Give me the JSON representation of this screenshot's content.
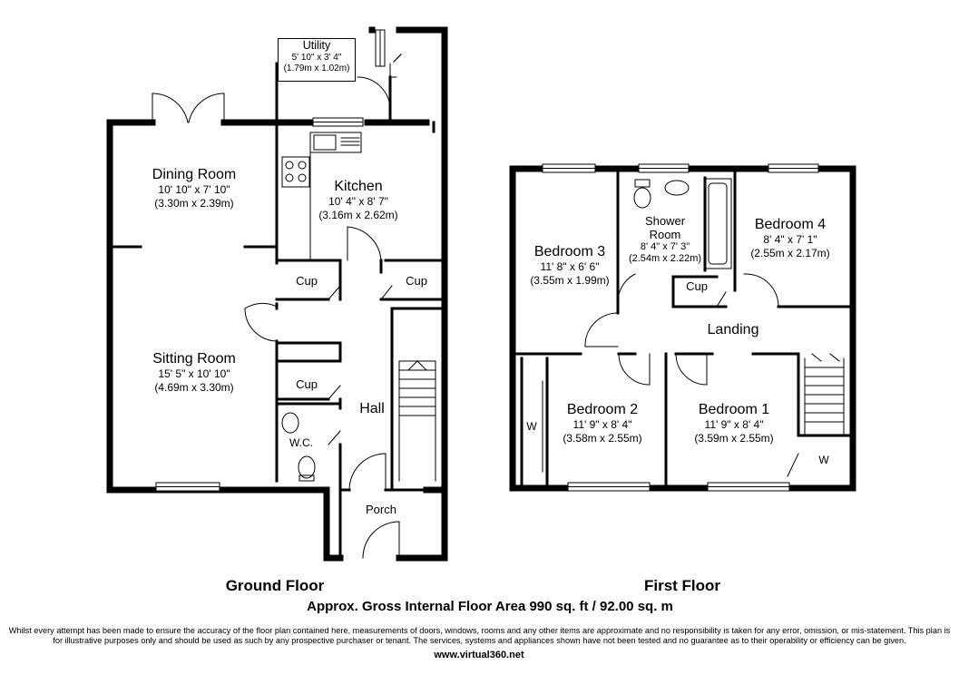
{
  "rooms": {
    "utility": {
      "name": "Utility",
      "imperial": "5' 10\" x 3' 4\"",
      "metric": "(1.79m x 1.02m)"
    },
    "dining": {
      "name": "Dining Room",
      "imperial": "10' 10\" x 7' 10\"",
      "metric": "(3.30m x 2.39m)"
    },
    "kitchen": {
      "name": "Kitchen",
      "imperial": "10' 4\" x 8' 7\"",
      "metric": "(3.16m x 2.62m)"
    },
    "sitting": {
      "name": "Sitting Room",
      "imperial": "15' 5\" x 10' 10\"",
      "metric": "(4.69m x 3.30m)"
    },
    "bedroom3": {
      "name": "Bedroom 3",
      "imperial": "11' 8\" x 6' 6\"",
      "metric": "(3.55m x 1.99m)"
    },
    "shower": {
      "name1": "Shower",
      "name2": "Room",
      "imperial": "8' 4\" x 7' 3\"",
      "metric": "(2.54m x 2.22m)"
    },
    "bedroom4": {
      "name": "Bedroom 4",
      "imperial": "8' 4\" x 7' 1\"",
      "metric": "(2.55m x 2.17m)"
    },
    "bedroom2": {
      "name": "Bedroom 2",
      "imperial": "11' 9\" x 8' 4\"",
      "metric": "(3.58m x 2.55m)"
    },
    "bedroom1": {
      "name": "Bedroom 1",
      "imperial": "11' 9\" x 8' 4\"",
      "metric": "(3.59m x 2.55m)"
    }
  },
  "labels": {
    "cup": "Cup",
    "hall": "Hall",
    "wc": "W.C.",
    "porch": "Porch",
    "landing": "Landing",
    "wardrobe": "W"
  },
  "floors": {
    "ground": "Ground Floor",
    "first": "First Floor"
  },
  "area": "Approx. Gross Internal Floor Area 990 sq. ft / 92.00 sq. m",
  "disclaimer": "Whilst every attempt has been made to ensure the accuracy of the floor plan contained here, measurements of doors, windows, rooms and any other items are approximate and no responsibility is taken for any error, omission, or mis-statement. This plan is for illustrative purposes only and should be used as such by any prospective purchaser or tenant. The services, systems and appliances shown have not been tested and no guarantee as to their operability or efficiency can be given.",
  "website": "www.virtual360.net"
}
